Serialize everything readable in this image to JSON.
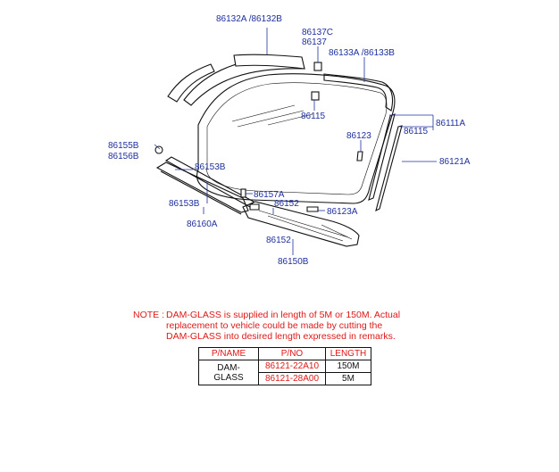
{
  "labels": {
    "l86132": "86132A /86132B",
    "l86137c": "86137C",
    "l86137": "86137",
    "l86133": "86133A /86133B",
    "l86115a": "86115",
    "l86111a": "86111A",
    "l86115b": "86115",
    "l86123": "86123",
    "l86155b": "86155B",
    "l86156b": "86156B",
    "l86153b_top": "86153B",
    "l86121a": "86121A",
    "l86157a": "86157A",
    "l86152a": "86152",
    "l86153b_low": "86153B",
    "l86123a": "86123A",
    "l86160a": "86160A",
    "l86152b": "86152",
    "l86150b": "86150B"
  },
  "note": {
    "prefix": "NOTE :",
    "line1": "DAM-GLASS is supplied in length of 5M or 150M. Actual",
    "line2": "replacement to vehicle could be made by cutting the",
    "line3": "DAM-GLASS into desired length expressed in remarks."
  },
  "table": {
    "headers": [
      "P/NAME",
      "P/NO",
      "LENGTH"
    ],
    "name": "DAM-GLASS",
    "rows": [
      {
        "pno": "86121-22A10",
        "length": "150M"
      },
      {
        "pno": "86121-28A00",
        "length": "5M"
      }
    ]
  },
  "colors": {
    "label": "#1f2f9e",
    "note": "#e01818",
    "line": "#111111"
  }
}
